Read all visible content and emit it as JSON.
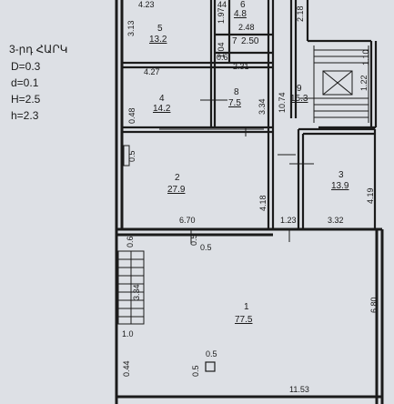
{
  "legend": {
    "title": "3-րդ ՀԱՐԿ",
    "lines": [
      "D=0.3",
      "d=0.1",
      "H=2.5",
      "h=2.3"
    ]
  },
  "rooms": [
    {
      "number": "1",
      "area": "77.5"
    },
    {
      "number": "2",
      "area": "27.9"
    },
    {
      "number": "3",
      "area": "13.9"
    },
    {
      "number": "4",
      "area": "14.2"
    },
    {
      "number": "5",
      "area": "13.2"
    },
    {
      "number": "6",
      "area": "4.8"
    },
    {
      "number": "7",
      "area": "2.50"
    },
    {
      "number": "8",
      "area": "7.5"
    },
    {
      "number": "9",
      "area": "15.3"
    }
  ],
  "dimensions": {
    "d_4_23": "4.23",
    "d_3_13": "3.13",
    "d_1_97": "1.97",
    "d_44": "44",
    "d_2_48": "2.48",
    "d_2_18": "2.18",
    "d_0_6": "0.6",
    "d_4_27": "4.27",
    "d_2_31": "2.31",
    "d_1_04": "1.04",
    "d_1_10": "1.10",
    "d_1_22": "1.22",
    "d_10_74": "10.74",
    "d_3_34": "3.34",
    "d_0_48": "0.48",
    "d_0_5a": "0.5",
    "d_6_70": "6.70",
    "d_4_18": "4.18",
    "d_1_23": "1.23",
    "d_3_32": "3.32",
    "d_4_19": "4.19",
    "d_0_6b": "0.6",
    "d_0_5b": "0.5",
    "d_0_5c": "0.5",
    "d_3_34b": "3.34",
    "d_6_80": "6.80",
    "d_1_0": "1.0",
    "d_0_5d": "0.5",
    "d_0_5e": "0.5",
    "d_0_44": "0.44",
    "d_11_53": "11.53"
  }
}
